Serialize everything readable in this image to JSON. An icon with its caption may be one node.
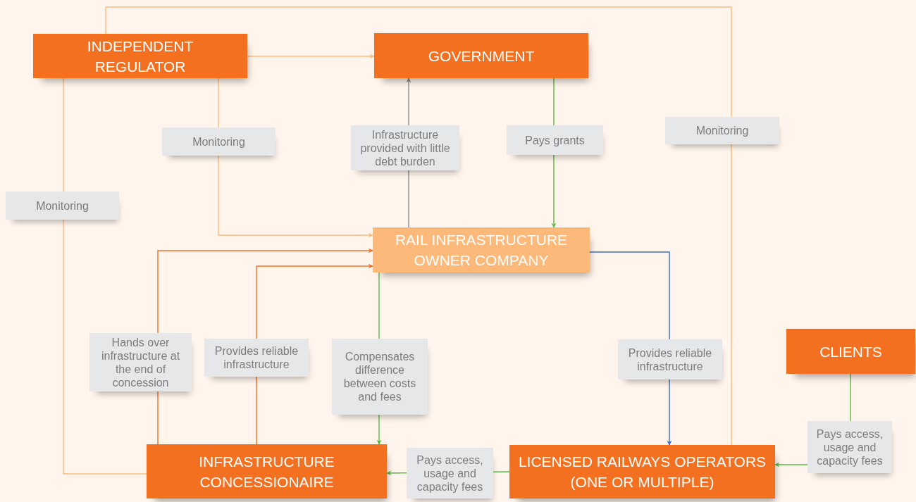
{
  "diagram": {
    "nodes": [
      {
        "text": [
          "INDEPENDENT REGULATOR"
        ]
      },
      {
        "text": [
          "GOVERNMENT"
        ]
      },
      {
        "text": [
          "RAIL INFRASTRUCTURE OWNER COMPANY"
        ]
      },
      {
        "text": [
          "CLIENTS"
        ]
      },
      {
        "text": [
          "INFRASTRUCTURE CONCESSIONAIRE"
        ]
      },
      {
        "text": [
          "LICENSED RAILWAYS OPERATORS (ONE OR MULTIPLE)"
        ]
      }
    ],
    "edges": [
      {
        "from": 0,
        "to": 1,
        "arrow": "to",
        "color": "#fbbd7e"
      },
      {
        "from": 0,
        "to": 2,
        "arrow": "to",
        "label": "Monitoring",
        "color": "#fbbd7e"
      },
      {
        "from": 0,
        "to": 4,
        "arrow": "none",
        "label": "Monitoring",
        "color": "#fbbd7e"
      },
      {
        "from": 0,
        "to": 5,
        "arrow": "none",
        "label": "Monitoring",
        "color": "#fbbd7e"
      },
      {
        "from": 2,
        "to": 1,
        "arrow": "to",
        "label": "Infrastructure provided with little debt burden",
        "color": "#8c8c8c"
      },
      {
        "from": 1,
        "to": 2,
        "arrow": "to",
        "label": "Pays grants",
        "color": "#5cb947"
      },
      {
        "from": 4,
        "to": 2,
        "arrow": "to",
        "label": "Hands over infrastructure at the end of concession",
        "color": "#f07128"
      },
      {
        "from": 4,
        "to": 2,
        "arrow": "to",
        "label": "Provides reliable infrastructure",
        "color": "#f07128"
      },
      {
        "from": 2,
        "to": 4,
        "arrow": "to",
        "label": "Compensates difference between costs and fees",
        "color": "#5cb947"
      },
      {
        "from": 2,
        "to": 5,
        "arrow": "to",
        "label": "Provides reliable infrastructure",
        "color": "#3b6fc2"
      },
      {
        "from": 5,
        "to": 4,
        "arrow": "to",
        "label": "Pays access, usage and capacity fees",
        "color": "#5cb947"
      },
      {
        "from": 3,
        "to": 5,
        "arrow": "to",
        "label": "Pays access, usage and capacity fees",
        "color": "#5cb947"
      }
    ]
  }
}
